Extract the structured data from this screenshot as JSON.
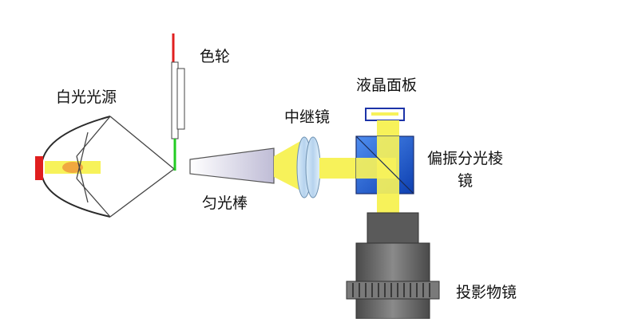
{
  "labels": {
    "white_light_source": "白光光源",
    "color_wheel": "色轮",
    "relay_lens": "中继镜",
    "lcd_panel": "液晶面板",
    "pbs_line1": "偏振分光棱",
    "pbs_line2": "镜",
    "light_rod": "匀光棒",
    "projection_lens": "投影物镜"
  },
  "colors": {
    "light_beam": "#f7f25a",
    "reflector": "#2a2a2a",
    "lamp_red": "#e01e1e",
    "filament": "#f0a840",
    "wheel_red": "#e02020",
    "wheel_green": "#22cc22",
    "prism_blue": "#1f5fd6",
    "lens_blue": "#cfe3f3",
    "lcd_blue": "#1c33a8",
    "lens_body": "#666666"
  }
}
